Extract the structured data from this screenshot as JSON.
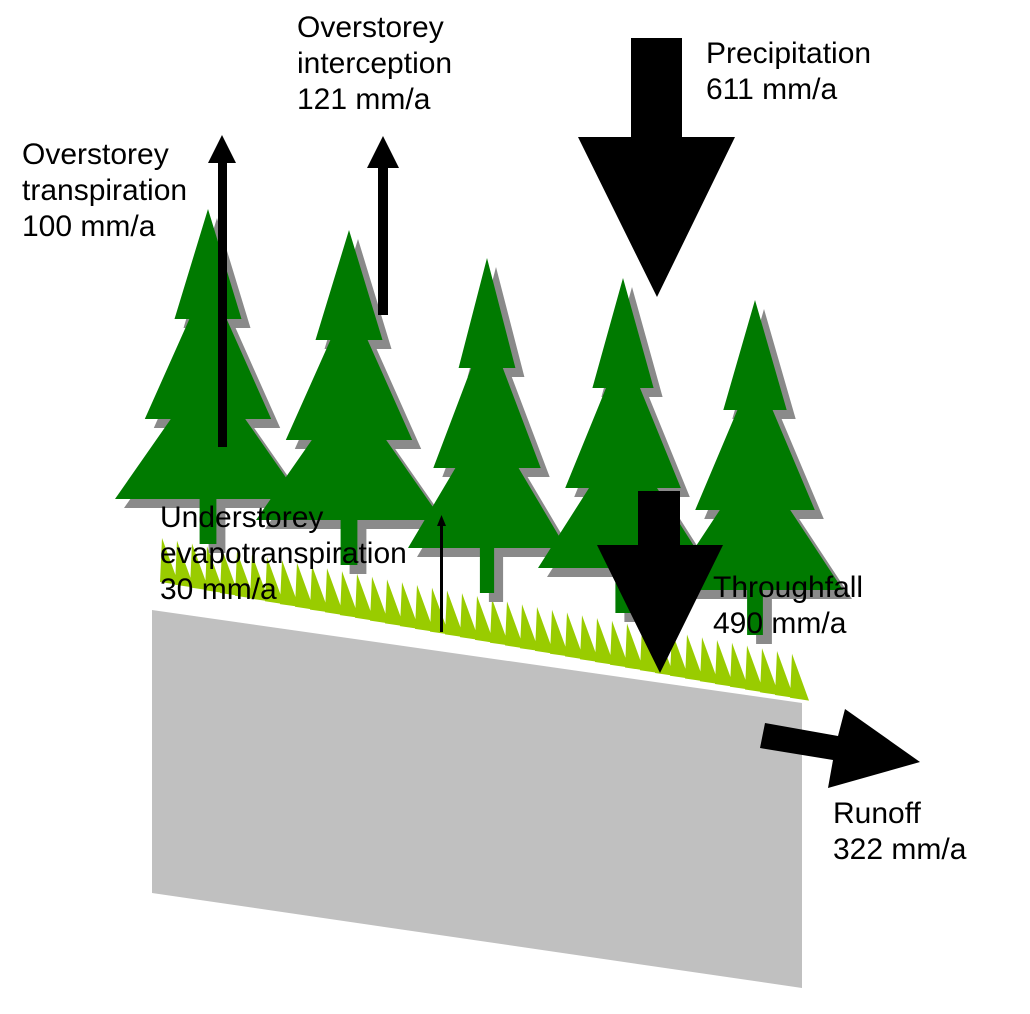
{
  "colors": {
    "tree": "#007a00",
    "tree_shadow": "#8a8a8a",
    "grass": "#99cc00",
    "soil": "#c0c0c0",
    "arrow": "#000000"
  },
  "labels": {
    "precipitation": {
      "line1": "Precipitation",
      "line2": "611 mm/a"
    },
    "interception": {
      "line1": "Overstorey",
      "line2": "interception",
      "line3": "121 mm/a"
    },
    "transpiration": {
      "line1": "Overstorey",
      "line2": "transpiration",
      "line3": "100 mm/a"
    },
    "understorey": {
      "line1": "Understorey",
      "line2": "evapotranspiration",
      "line3": "30 mm/a"
    },
    "throughfall": {
      "line1": "Throughfall",
      "line2": "490 mm/a"
    },
    "runoff": {
      "line1": "Runoff",
      "line2": "322 mm/a"
    }
  }
}
